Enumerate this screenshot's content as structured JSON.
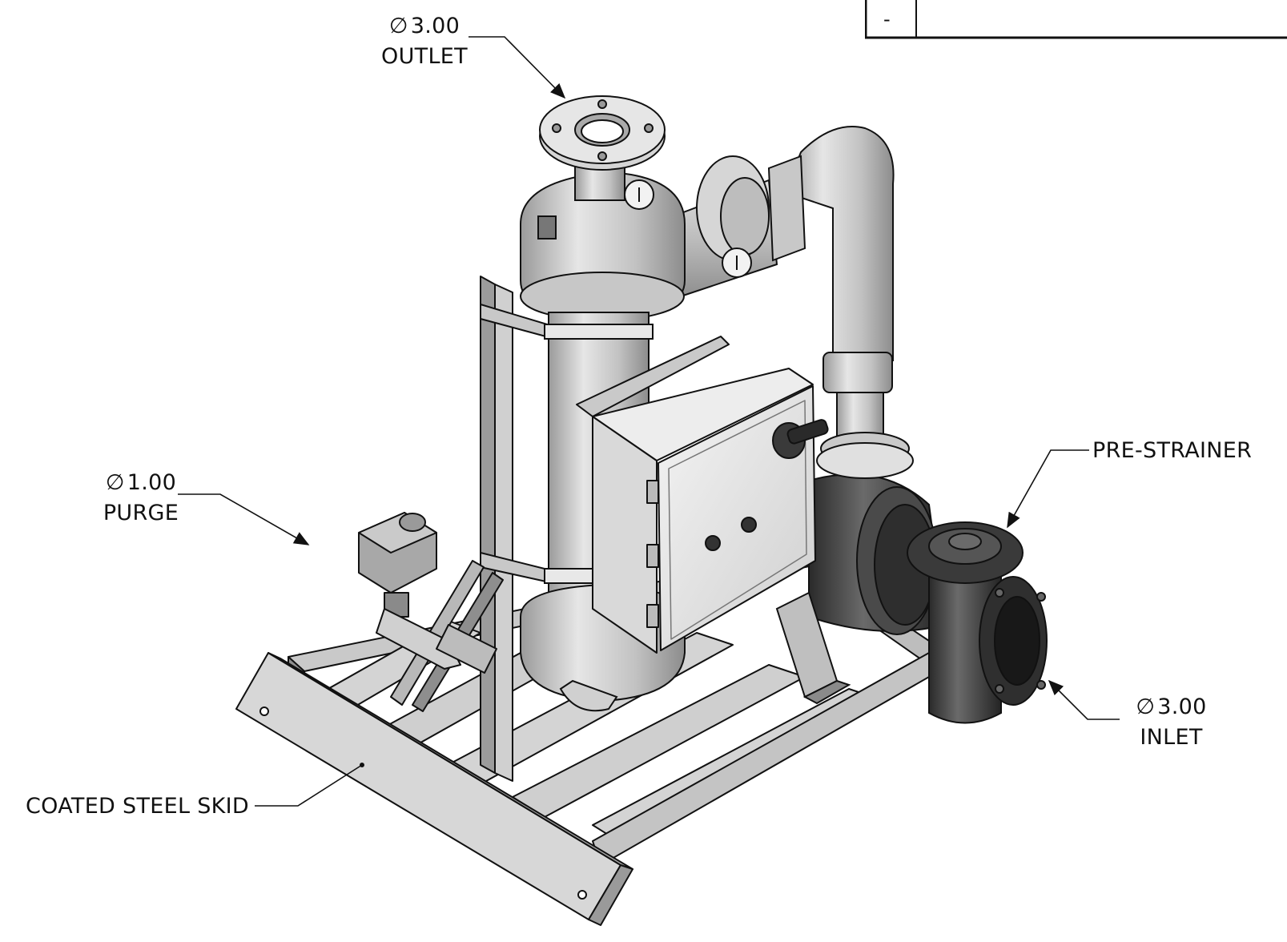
{
  "title_block": {
    "rev_cell": "-"
  },
  "callouts": {
    "outlet": {
      "symbol": "∅",
      "size": "3.00",
      "label": "OUTLET"
    },
    "purge": {
      "symbol": "∅",
      "size": "1.00",
      "label": "PURGE"
    },
    "inlet": {
      "symbol": "∅",
      "size": "3.00",
      "label": "INLET"
    },
    "pre_strainer": {
      "label": "PRE-STRAINER"
    },
    "skid": {
      "label": "COATED STEEL SKID"
    }
  },
  "colors": {
    "line": "#111111",
    "steel_light": "#d9d9d9",
    "steel_mid": "#b3b3b3",
    "steel_dark": "#7a7a7a",
    "enclosure": "#e8e8e8",
    "dark_cast": "#3a3a3a"
  }
}
